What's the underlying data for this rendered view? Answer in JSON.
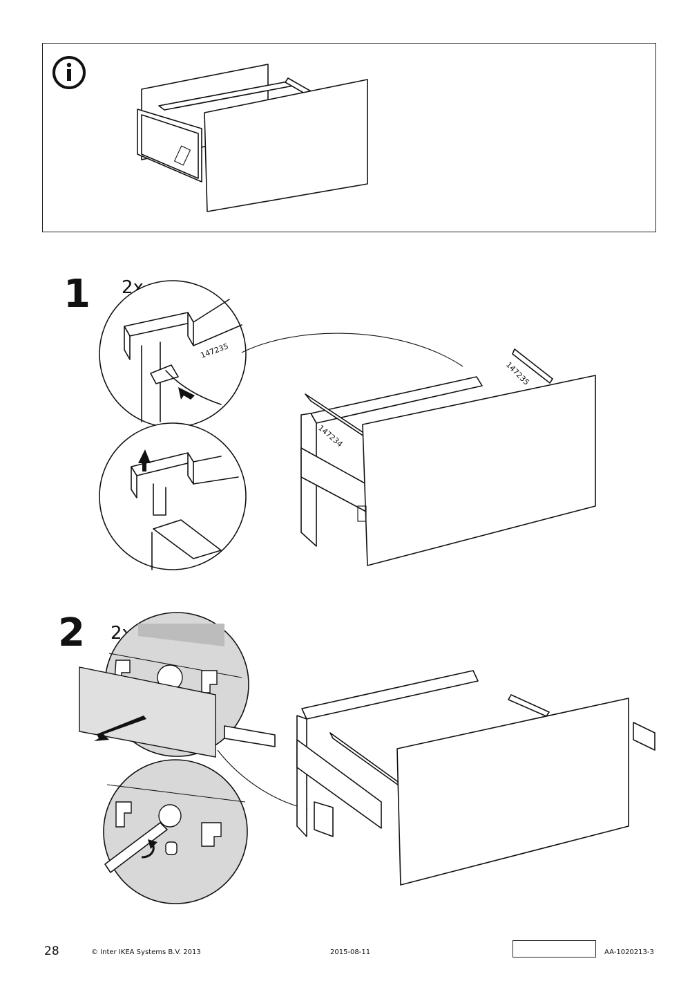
{
  "info_icon": "info-icon",
  "steps": [
    {
      "number": "1",
      "quantity": "2x",
      "part_labels": [
        "147235",
        "147235",
        "147234"
      ]
    },
    {
      "number": "2",
      "quantity": "2x"
    }
  ],
  "footer": {
    "page_number": "28",
    "copyright": "© Inter IKEA Systems B.V. 2013",
    "date": "2015-08-11",
    "document_id": "AA-1020213-3"
  }
}
